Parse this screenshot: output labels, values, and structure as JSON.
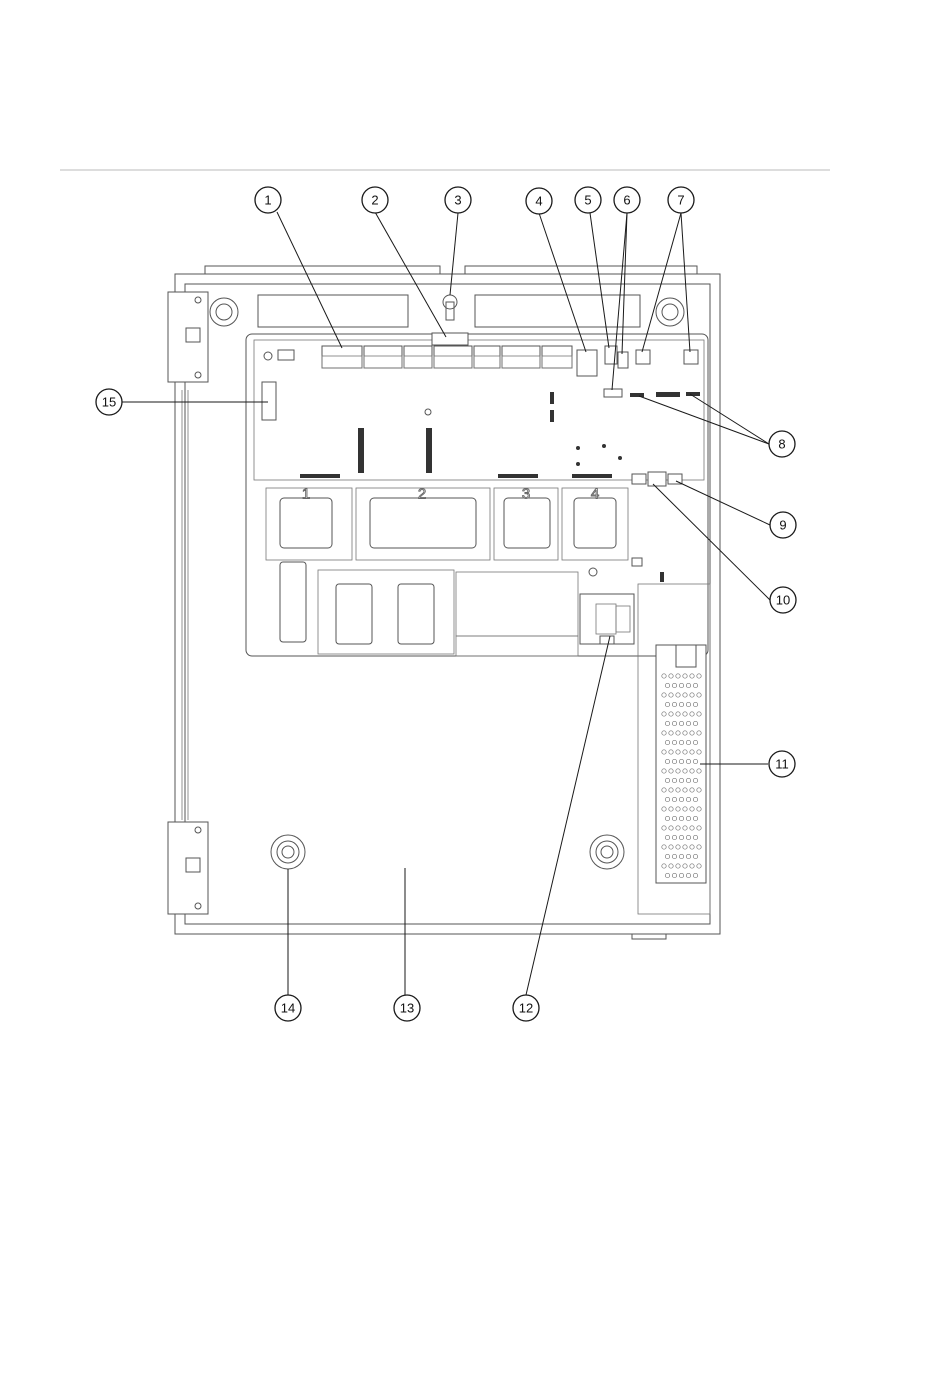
{
  "diagram": {
    "callouts": [
      {
        "label": "1"
      },
      {
        "label": "2"
      },
      {
        "label": "3"
      },
      {
        "label": "4"
      },
      {
        "label": "5"
      },
      {
        "label": "6"
      },
      {
        "label": "7"
      },
      {
        "label": "8"
      },
      {
        "label": "9"
      },
      {
        "label": "10"
      },
      {
        "label": "11"
      },
      {
        "label": "12"
      },
      {
        "label": "13"
      },
      {
        "label": "14"
      },
      {
        "label": "15"
      }
    ],
    "module_slots": [
      {
        "label": "1"
      },
      {
        "label": "2"
      },
      {
        "label": "3"
      },
      {
        "label": "4"
      }
    ],
    "colors": {
      "line": "#1a1a1a",
      "drawing": "#555555",
      "background": "#ffffff"
    }
  }
}
